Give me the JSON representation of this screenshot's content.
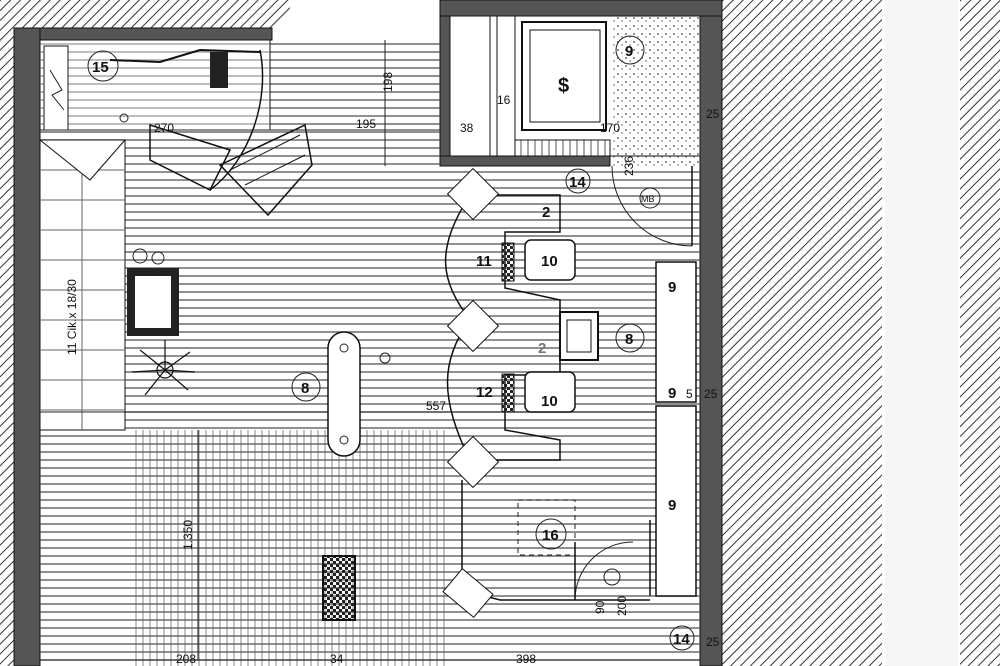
{
  "room_numbers": {
    "top_left": "15",
    "top_right": "9",
    "mid_right_upper": "14",
    "bottom_right": "14",
    "center_left": "8",
    "center_right": "8",
    "lower_center": "16",
    "desk_top": "2",
    "desk_mid": "2",
    "seat_upper": "10",
    "seat_lower": "10",
    "label_11": "11",
    "label_12": "12",
    "shelf_1": "9",
    "shelf_2": "9",
    "shelf_3": "9"
  },
  "dimensions": {
    "d270": "270",
    "d195": "195",
    "d198": "198",
    "d170": "170",
    "d38": "38",
    "d16": "16",
    "d25a": "25",
    "d25b": "25",
    "d25c": "25",
    "d5": "5",
    "d557": "557",
    "d1350": "1.350",
    "d90": "90",
    "d200": "200",
    "d398": "398",
    "d34": "34",
    "d208": "208",
    "d236": "236",
    "stair": "11 Cik.x 18/30"
  },
  "markers": {
    "mb": "MB",
    "safe": "$"
  }
}
